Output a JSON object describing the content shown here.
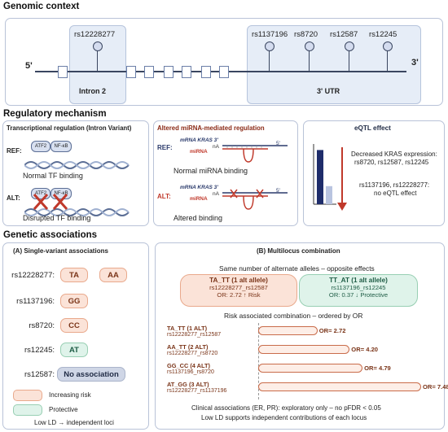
{
  "genomic": {
    "title": "Genomic context",
    "five": "5'",
    "three": "3'",
    "intron_label": "Intron 2",
    "utr_label": "3' UTR",
    "snps": [
      "rs12228277",
      "rs1137196",
      "rs8720",
      "rs12587",
      "rs12245"
    ]
  },
  "regulatory": {
    "title": "Regulatory mechanism",
    "transcriptional": {
      "title": "Transcriptional regulation (Intron Variant)",
      "ref_label": "REF:",
      "alt_label": "ALT:",
      "atf2": "ATF2",
      "nfkb": "NF-κB",
      "normal": "Normal TF binding",
      "disrupted": "Disrupted TF binding"
    },
    "mirna": {
      "title": "Altered miRNA-mediated regulation",
      "ref_label": "REF:",
      "alt_label": "ALT:",
      "mrna_text": "mRNA KRAS 3'",
      "mirna_text": "miRNA",
      "five_prime": "5'",
      "na": "nA",
      "normal": "Normal miRNA binding",
      "altered": "Altered binding"
    },
    "eqtl": {
      "title": "eQTL effect",
      "line1": "Decreased KRAS expression:",
      "line2": "rs8720, rs12587, rs12245",
      "line3": "rs1137196, rs12228277:",
      "line4": "no eQTL effect",
      "bars": [
        0.9,
        0.3
      ],
      "colors": {
        "dark": "#1f2d6b",
        "light": "#b9c4e0",
        "arrow": "#c0392b"
      }
    }
  },
  "associations": {
    "title": "Genetic associations",
    "single": {
      "title": "(A) Single-variant associations",
      "rows": [
        {
          "snp": "rs12228277:",
          "pills": [
            {
              "text": "TA",
              "kind": "risk"
            },
            {
              "text": "AA",
              "kind": "risk"
            }
          ]
        },
        {
          "snp": "rs1137196:",
          "pills": [
            {
              "text": "GG",
              "kind": "risk"
            }
          ]
        },
        {
          "snp": "rs8720:",
          "pills": [
            {
              "text": "CC",
              "kind": "risk"
            }
          ]
        },
        {
          "snp": "rs12245:",
          "pills": [
            {
              "text": "AT",
              "kind": "prot"
            }
          ]
        },
        {
          "snp": "rs12587:",
          "pills": [
            {
              "text": "No association",
              "kind": "none"
            }
          ]
        }
      ],
      "legend": {
        "risk": "Increasing risk",
        "prot": "Protective"
      },
      "footer": "Low LD → independent loci"
    },
    "multi": {
      "title": "(B) Multilocus combination",
      "heading": "Same number of alternate alleles – opposite effects",
      "risk_box": {
        "title": "TA_TT (1 alt allele)",
        "sub": "rs12228277_rs12587",
        "or": "OR: 2.72 ↑ Risk"
      },
      "prot_box": {
        "title": "TT_AT (1 alt allele)",
        "sub": "rs1137196_rs12245",
        "or": "OR: 0.37 ↓ Protective"
      },
      "ordered_title": "Risk associated combination – ordered by OR",
      "combos": [
        {
          "name": "TA_TT (1 ALT)",
          "snps": "rs12228277_rs12587",
          "or_label": "OR= 2.72",
          "or": 2.72
        },
        {
          "name": "AA_TT (2 ALT)",
          "snps": "rs12228277_rs8720",
          "or_label": "OR= 4.20",
          "or": 4.2
        },
        {
          "name": "GG_CC (4 ALT)",
          "snps": "rs1137196_rs8720",
          "or_label": "OR= 4.79",
          "or": 4.79
        },
        {
          "name": "AT_GG (3 ALT)",
          "snps": "rs12228277_rs1137196",
          "or_label": "OR= 7.48",
          "or": 7.48
        }
      ],
      "footer1": "Clinical associations (ER, PR): exploratory only – no pFDR < 0.05",
      "footer2": "Low LD supports independent contributions of each locus"
    }
  }
}
